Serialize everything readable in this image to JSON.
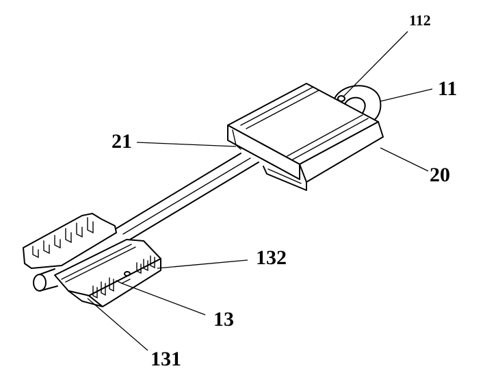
{
  "labels": {
    "l112": "112",
    "l11": "11",
    "l21": "21",
    "l20": "20",
    "l132": "132",
    "l13": "13",
    "l131": "131"
  }
}
